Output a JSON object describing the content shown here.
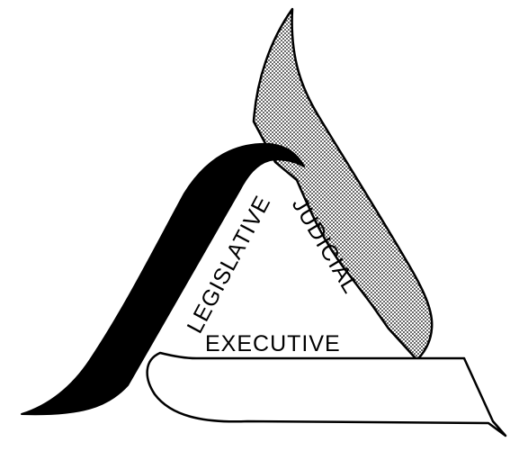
{
  "diagram": {
    "labels": {
      "legislative": "LEGISLATIVE",
      "judicial": "JUDICIAL",
      "executive": "EXECUTIVE"
    },
    "colors": {
      "background": "#ffffff",
      "ink": "#000000",
      "stipple": "#9a9a9a"
    }
  }
}
